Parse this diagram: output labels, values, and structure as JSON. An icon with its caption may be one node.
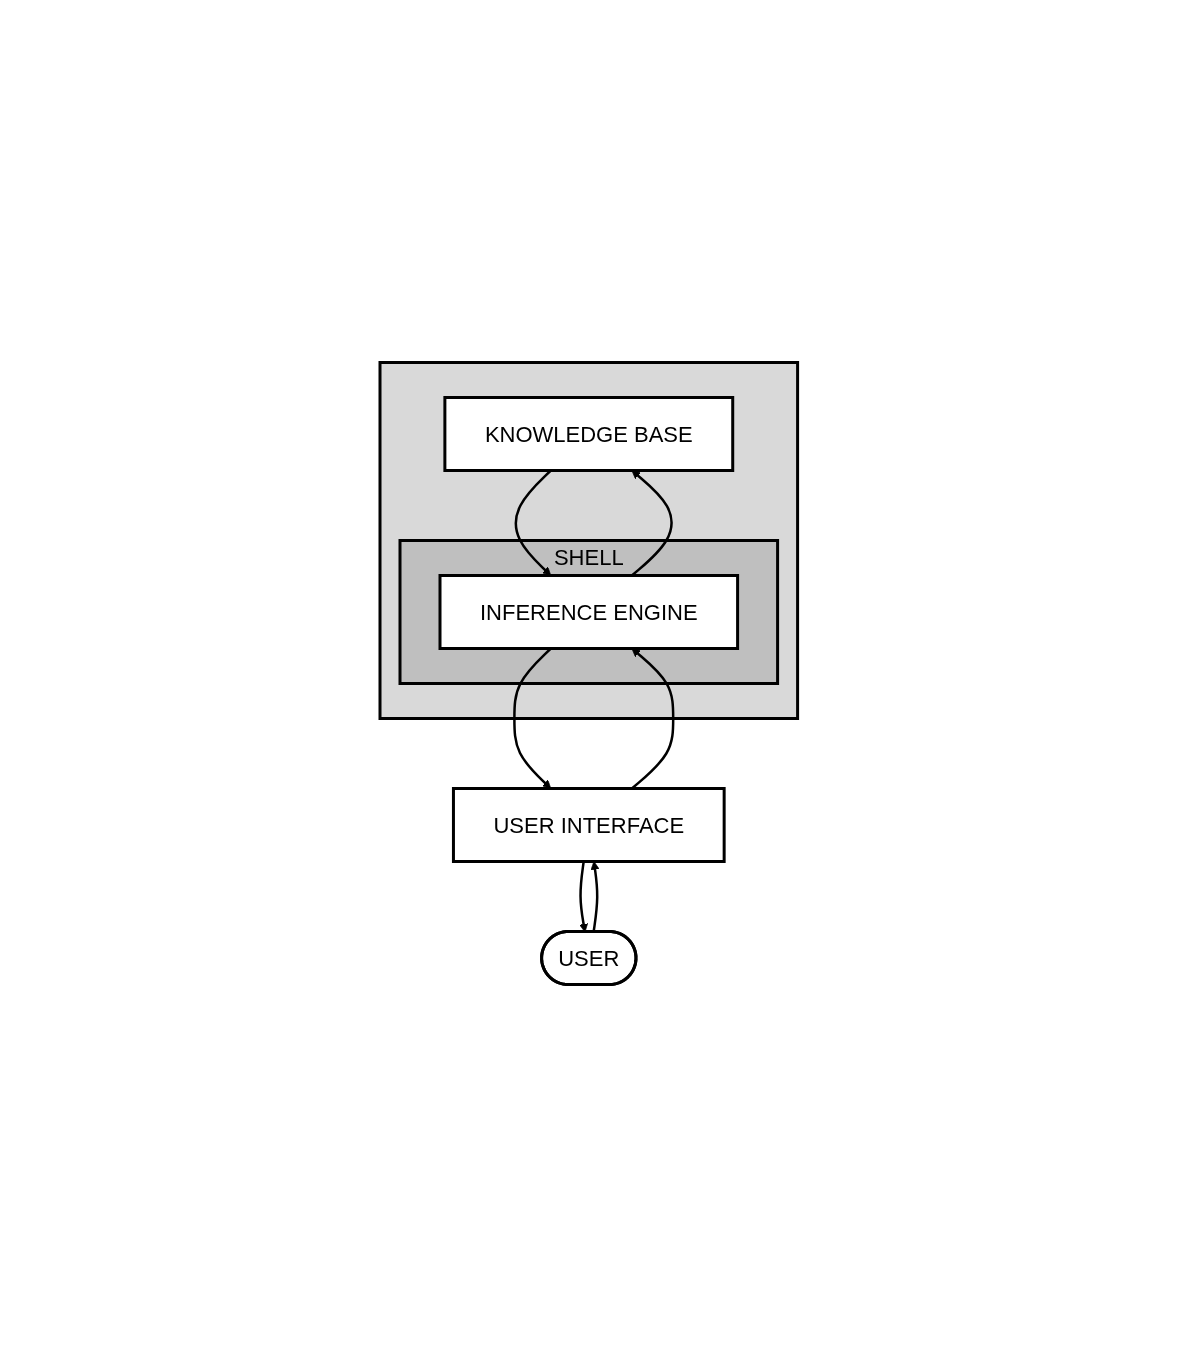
{
  "diagram": {
    "nodes": [
      {
        "text": [],
        "shape": "box"
      },
      {
        "text": [
          "SHELL"
        ],
        "in": 0
      },
      {
        "text": [
          "KNOWLEDGE BASE"
        ],
        "in": 0
      },
      {
        "text": [
          "INFERENCE ENGINE"
        ],
        "in": 1
      },
      {
        "text": [
          "USER INTERFACE"
        ]
      },
      {
        "text": [
          "USER"
        ]
      }
    ],
    "edges": [
      {
        "from": 2,
        "to": 3,
        "arrow": "to"
      },
      {
        "from": 3,
        "to": 2,
        "arrow": "to"
      },
      {
        "from": 3,
        "to": 4,
        "arrow": "to"
      },
      {
        "from": 4,
        "to": 3,
        "arrow": "to"
      },
      {
        "from": 4,
        "to": 5,
        "arrow": "to"
      },
      {
        "from": 5,
        "to": 4,
        "arrow": "to"
      }
    ]
  }
}
